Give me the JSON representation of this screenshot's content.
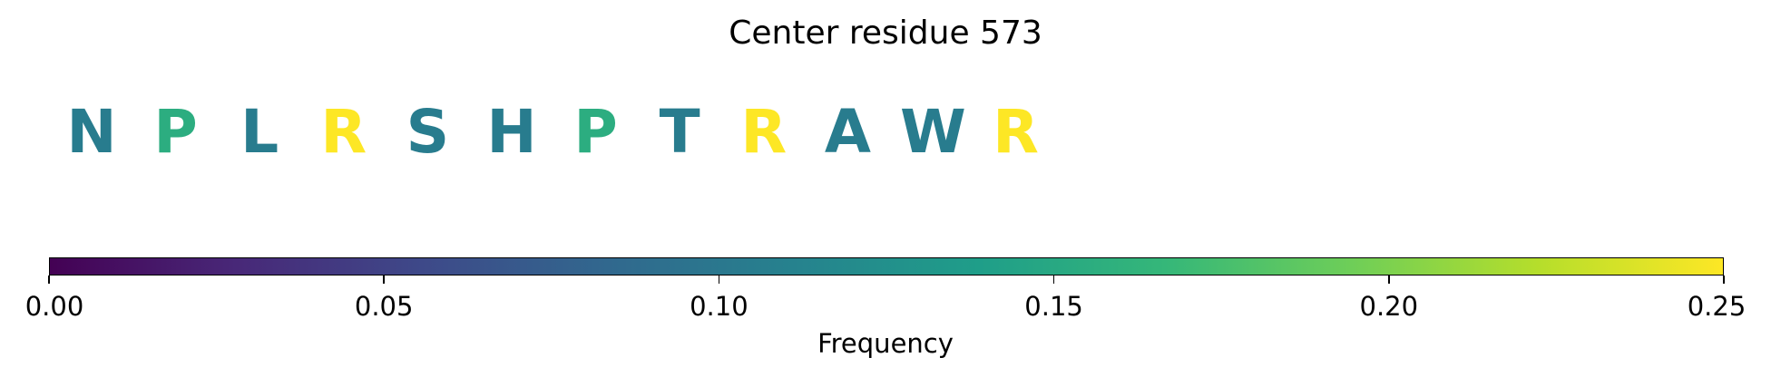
{
  "chart_data": {
    "type": "sequence_colorbar",
    "title": "Center residue 573",
    "residues": [
      {
        "letter": "N",
        "frequency": 0.105
      },
      {
        "letter": "P",
        "frequency": 0.155
      },
      {
        "letter": "L",
        "frequency": 0.105
      },
      {
        "letter": "R",
        "frequency": 0.25
      },
      {
        "letter": "S",
        "frequency": 0.105
      },
      {
        "letter": "H",
        "frequency": 0.105
      },
      {
        "letter": "P",
        "frequency": 0.155
      },
      {
        "letter": "T",
        "frequency": 0.105
      },
      {
        "letter": "R",
        "frequency": 0.25
      },
      {
        "letter": "A",
        "frequency": 0.105
      },
      {
        "letter": "W",
        "frequency": 0.105
      },
      {
        "letter": "R",
        "frequency": 0.25
      }
    ],
    "colorbar": {
      "label": "Frequency",
      "colormap": "viridis",
      "range": [
        0.0,
        0.25
      ],
      "ticks": [
        0.0,
        0.05,
        0.1,
        0.15,
        0.2,
        0.25
      ],
      "tick_labels": [
        "0.00",
        "0.05",
        "0.10",
        "0.15",
        "0.20",
        "0.25"
      ]
    }
  }
}
